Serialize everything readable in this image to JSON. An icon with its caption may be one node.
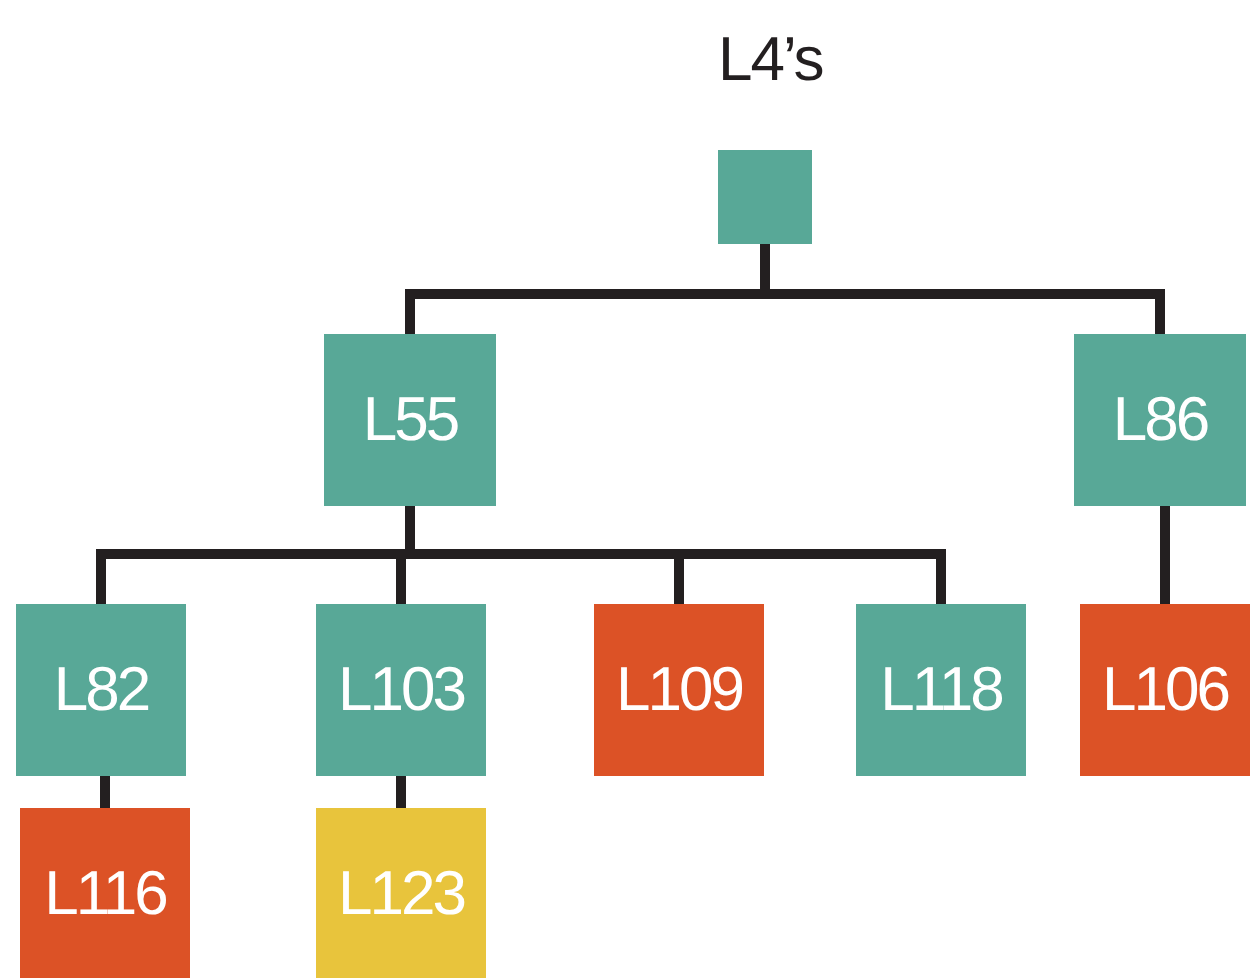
{
  "diagram": {
    "nodes": [
      {
        "text": [
          "L4’s"
        ]
      },
      {
        "text": [
          "L55"
        ]
      },
      {
        "text": [
          "L86"
        ]
      },
      {
        "text": [
          "L82"
        ]
      },
      {
        "text": [
          "L103"
        ]
      },
      {
        "text": [
          "L109"
        ]
      },
      {
        "text": [
          "L118"
        ]
      },
      {
        "text": [
          "L106"
        ]
      },
      {
        "text": [
          "L116"
        ]
      },
      {
        "text": [
          "L123"
        ]
      }
    ],
    "edges": [
      {
        "from": 0,
        "to": 1,
        "arrow": "none"
      },
      {
        "from": 0,
        "to": 2,
        "arrow": "none"
      },
      {
        "from": 1,
        "to": 3,
        "arrow": "none"
      },
      {
        "from": 1,
        "to": 4,
        "arrow": "none"
      },
      {
        "from": 1,
        "to": 5,
        "arrow": "none"
      },
      {
        "from": 1,
        "to": 6,
        "arrow": "none"
      },
      {
        "from": 2,
        "to": 7,
        "arrow": "none"
      },
      {
        "from": 3,
        "to": 8,
        "arrow": "none"
      },
      {
        "from": 4,
        "to": 9,
        "arrow": "none"
      }
    ]
  }
}
